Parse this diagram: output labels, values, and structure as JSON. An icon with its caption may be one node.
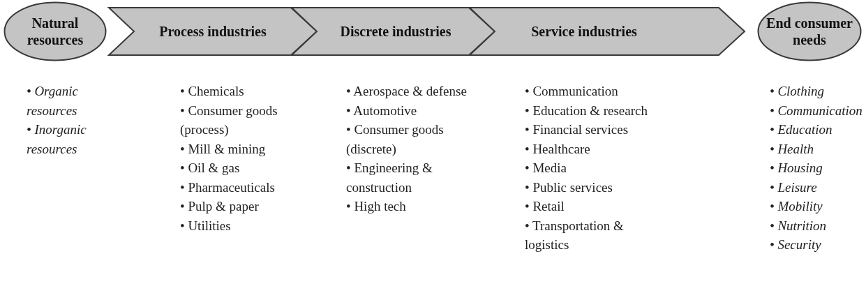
{
  "diagram": {
    "nodes": [
      {
        "text": [
          "Natural resources"
        ],
        "beside": [
          "• Organic resources",
          "• Inorganic resources"
        ]
      },
      {
        "text": [
          "Process industries"
        ],
        "beside": [
          "• Chemicals",
          "• Consumer goods (process)",
          "• Mill & mining",
          "• Oil & gas",
          "• Pharmaceuticals",
          "• Pulp & paper",
          "• Utilities"
        ]
      },
      {
        "text": [
          "Discrete industries"
        ],
        "beside": [
          "• Aerospace & defense",
          "• Automotive",
          "• Consumer goods (discrete)",
          "• Engineering & construction",
          "• High tech"
        ]
      },
      {
        "text": [
          "Service industries"
        ],
        "beside": [
          "• Communication",
          "• Education & research",
          "• Financial services",
          "• Healthcare",
          "• Media",
          "• Public services",
          "• Retail",
          "• Transportation & logistics"
        ]
      },
      {
        "text": [
          "End consumer needs"
        ],
        "beside": [
          "• Clothing",
          "• Communication",
          "• Education",
          "• Health",
          "• Housing",
          "• Leisure",
          "• Mobility",
          "• Nutrition",
          "• Security"
        ]
      }
    ]
  }
}
